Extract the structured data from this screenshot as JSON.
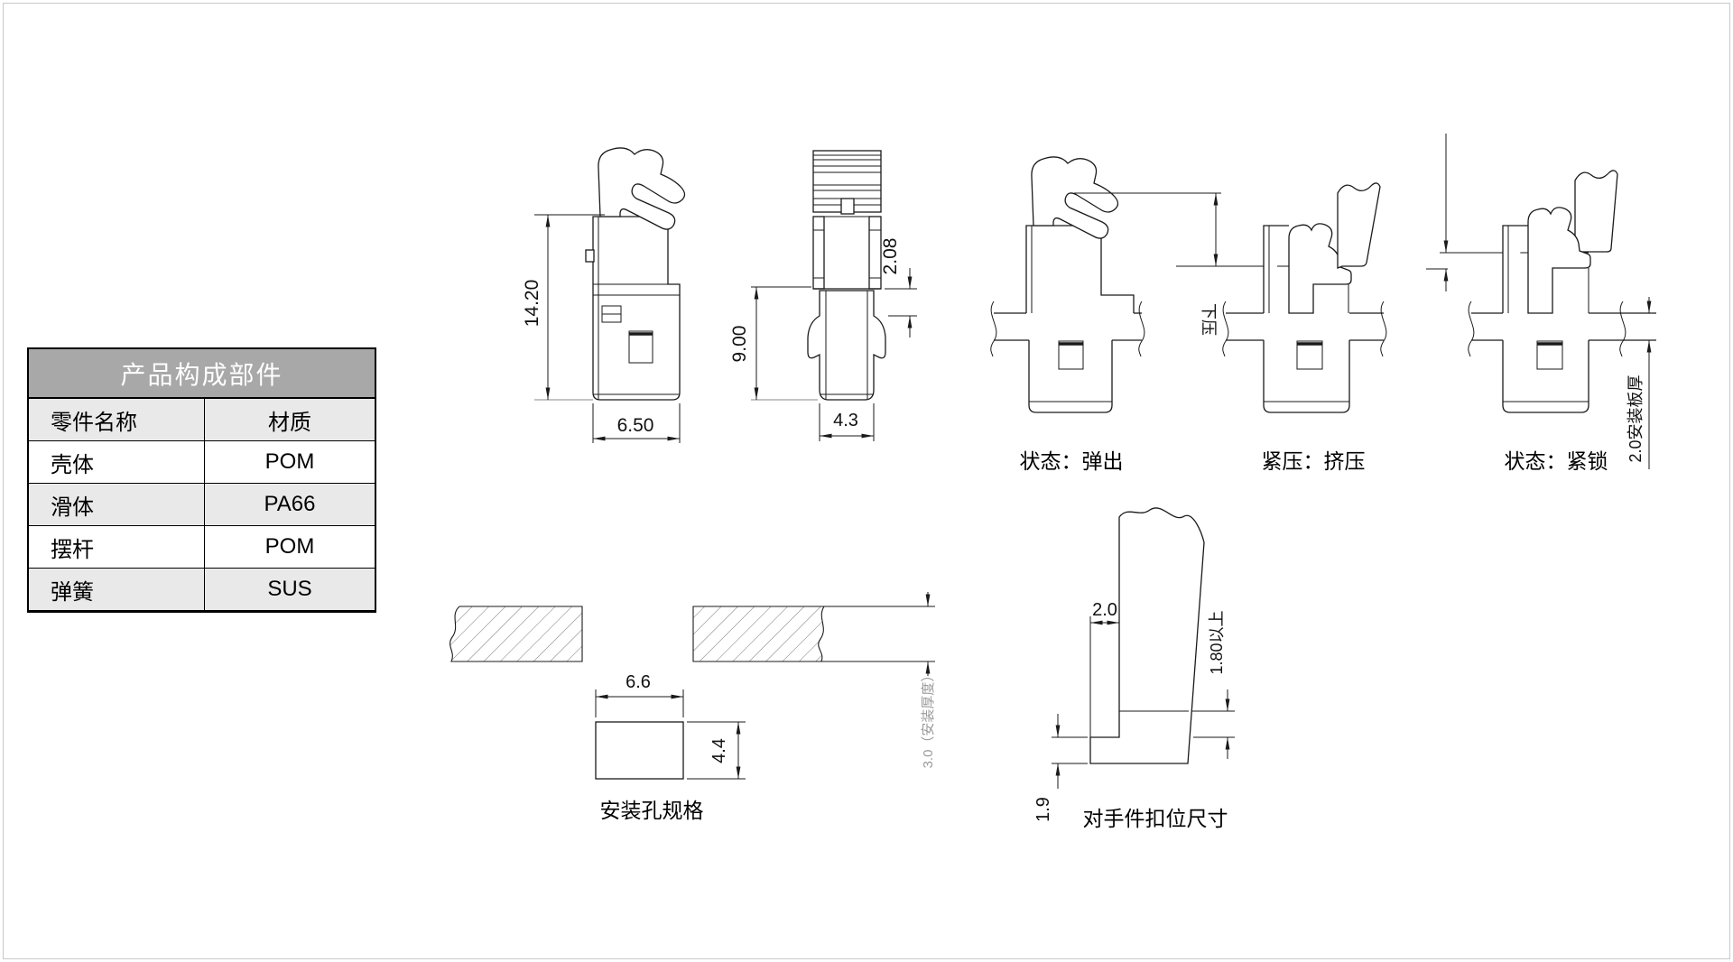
{
  "colors": {
    "line": "#1a1a1a",
    "table_header_bg": "#a8a8a8",
    "table_header_text": "#ffffff",
    "row_alt_bg": "#e9e9e9",
    "note_gray": "#9a9a9a"
  },
  "table": {
    "title": "产品构成部件",
    "columns": [
      "零件名称",
      "材质"
    ],
    "rows": [
      [
        "壳体",
        "POM"
      ],
      [
        "滑体",
        "PA66"
      ],
      [
        "摆杆",
        "POM"
      ],
      [
        "弹簧",
        "SUS"
      ]
    ]
  },
  "drawings": {
    "front_view": {
      "height_dim": "14.20",
      "width_dim": "6.50"
    },
    "side_view": {
      "height_dim": "9.00",
      "offset_dim": "2.08",
      "width_dim": "4.3"
    },
    "state_ejected": {
      "caption": "状态：弹出"
    },
    "press_action": {
      "label": "下压"
    },
    "state_pressed": {
      "caption": "紧压：挤压"
    },
    "state_locked": {
      "caption": "状态：紧锁",
      "board_dim": "2.0安装板厚"
    },
    "mounting_hole": {
      "caption": "安装孔规格",
      "width_dim": "6.6",
      "height_dim": "4.4",
      "thickness_note": "3.0（安装厚度）"
    },
    "mating_part": {
      "caption": "对手件扣位尺寸",
      "width_dim": "2.0",
      "min_height_dim": "1.80以上",
      "lip_dim": "1.9"
    }
  }
}
